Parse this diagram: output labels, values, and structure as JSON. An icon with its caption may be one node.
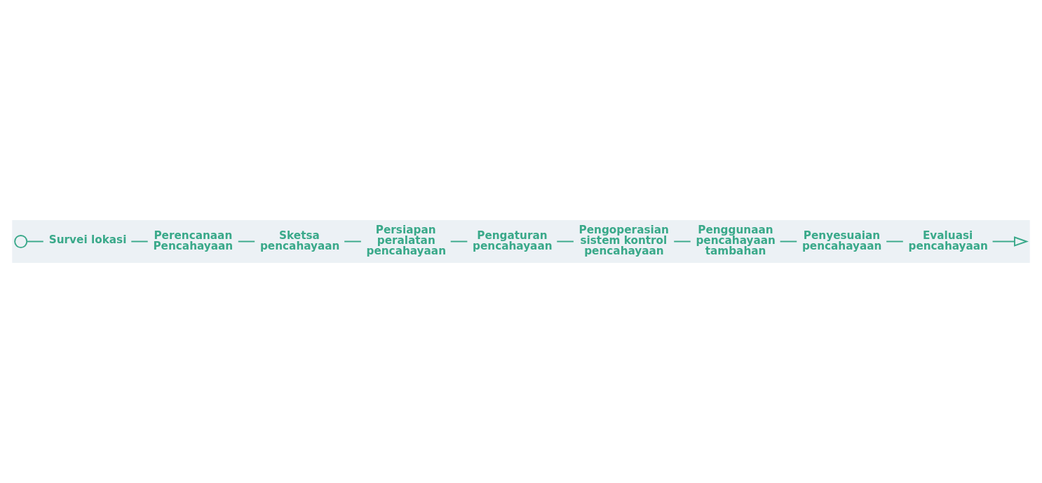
{
  "diagram": {
    "nodes": [
      {
        "text": [],
        "shape": "circle"
      },
      {
        "text": [
          "Survei lokasi"
        ]
      },
      {
        "text": [
          "Perencanaan Pencahayaan"
        ]
      },
      {
        "text": [
          "Sketsa pencahayaan"
        ]
      },
      {
        "text": [
          "Persiapan peralatan pencahayaan"
        ]
      },
      {
        "text": [
          "Pengaturan pencahayaan"
        ]
      },
      {
        "text": [
          "Pengoperasian sistem kontrol pencahayaan"
        ]
      },
      {
        "text": [
          "Penggunaan pencahayaan tambahan"
        ]
      },
      {
        "text": [
          "Penyesuaian pencahayaan"
        ]
      },
      {
        "text": [
          "Evaluasi pencahayaan"
        ]
      }
    ],
    "edges": [
      {
        "from": 0,
        "to": 1,
        "arrow": "none"
      },
      {
        "from": 1,
        "to": 2,
        "arrow": "none"
      },
      {
        "from": 2,
        "to": 3,
        "arrow": "none"
      },
      {
        "from": 3,
        "to": 4,
        "arrow": "none"
      },
      {
        "from": 4,
        "to": 5,
        "arrow": "none"
      },
      {
        "from": 5,
        "to": 6,
        "arrow": "none"
      },
      {
        "from": 6,
        "to": 7,
        "arrow": "none"
      },
      {
        "from": 7,
        "to": 8,
        "arrow": "none"
      },
      {
        "from": 8,
        "to": 9,
        "arrow": "none"
      },
      {
        "from": 9,
        "to": null,
        "arrow": "to"
      }
    ]
  }
}
